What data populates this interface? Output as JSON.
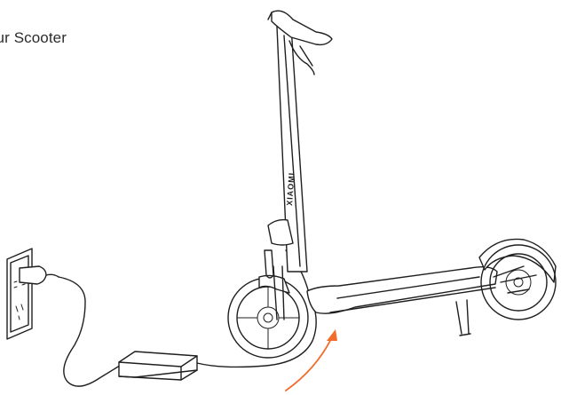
{
  "caption": {
    "text": "our Scooter"
  },
  "scooter": {
    "brand_text": "XIAOMI"
  },
  "colors": {
    "arrow": "#f26b2a",
    "linework": "#1f1f1f",
    "background": "#ffffff"
  },
  "icons": [
    "wall-outlet-icon",
    "power-adapter-icon",
    "scooter-illustration",
    "charging-port-arrow-icon"
  ]
}
